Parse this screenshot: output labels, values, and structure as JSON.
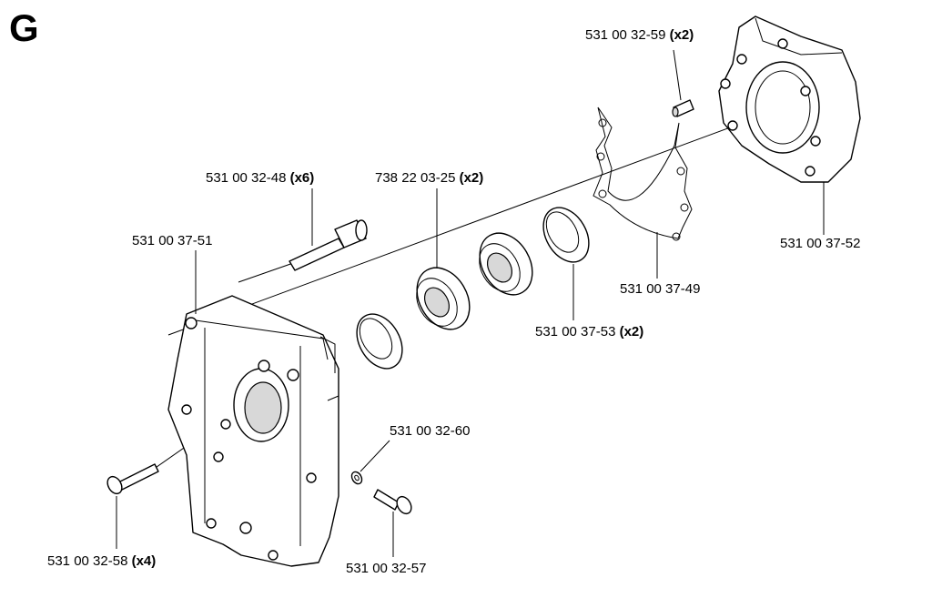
{
  "sheet": {
    "letter": "G"
  },
  "callouts": {
    "dowel_pin": {
      "part": "531 00 32-59",
      "qty": "(x2)"
    },
    "screw_long": {
      "part": "531 00 32-48",
      "qty": "(x6)"
    },
    "bearing": {
      "part": "738 22 03-25",
      "qty": "(x2)"
    },
    "crankcase_left": {
      "part": "531 00 37-51",
      "qty": ""
    },
    "crankcase_right": {
      "part": "531 00 37-52",
      "qty": ""
    },
    "gasket": {
      "part": "531 00 37-49",
      "qty": ""
    },
    "seal_ring": {
      "part": "531 00 37-53",
      "qty": "(x2)"
    },
    "washer": {
      "part": "531 00 32-60",
      "qty": ""
    },
    "screw_short": {
      "part": "531 00 32-58",
      "qty": "(x4)"
    },
    "screw_small": {
      "part": "531 00 32-57",
      "qty": ""
    }
  }
}
